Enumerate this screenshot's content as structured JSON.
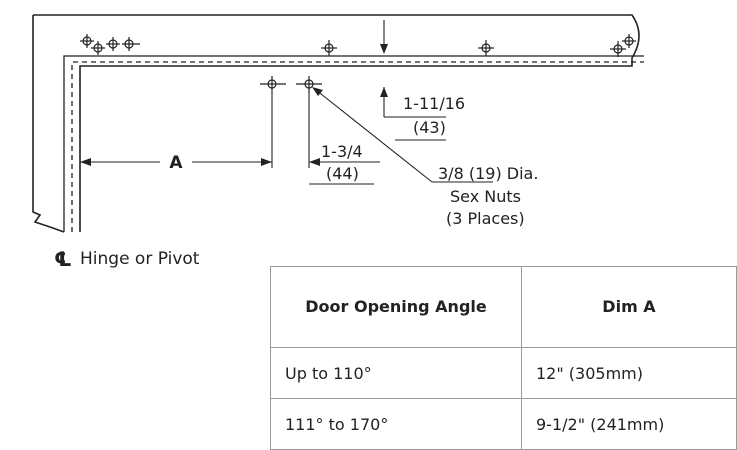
{
  "labels": {
    "dim_a": "A",
    "dim_vertical_frac": "1-11/16",
    "dim_vertical_mm": "(43)",
    "dim_horizontal_frac": "1-3/4",
    "dim_horizontal_mm": "(44)",
    "hole_size_frac": "3/8",
    "hole_size_rest": " (19) Dia.",
    "hole_line2": "Sex Nuts",
    "hole_line3": "(3 Places)",
    "centerline_symbol": "℄",
    "centerline_text": "Hinge or Pivot"
  },
  "table": {
    "headers": [
      "Door Opening Angle",
      "Dim A"
    ],
    "rows": [
      [
        "Up to 110°",
        "12\" (305mm)"
      ],
      [
        "111° to 170°",
        "9-1/2\" (241mm)"
      ]
    ]
  }
}
